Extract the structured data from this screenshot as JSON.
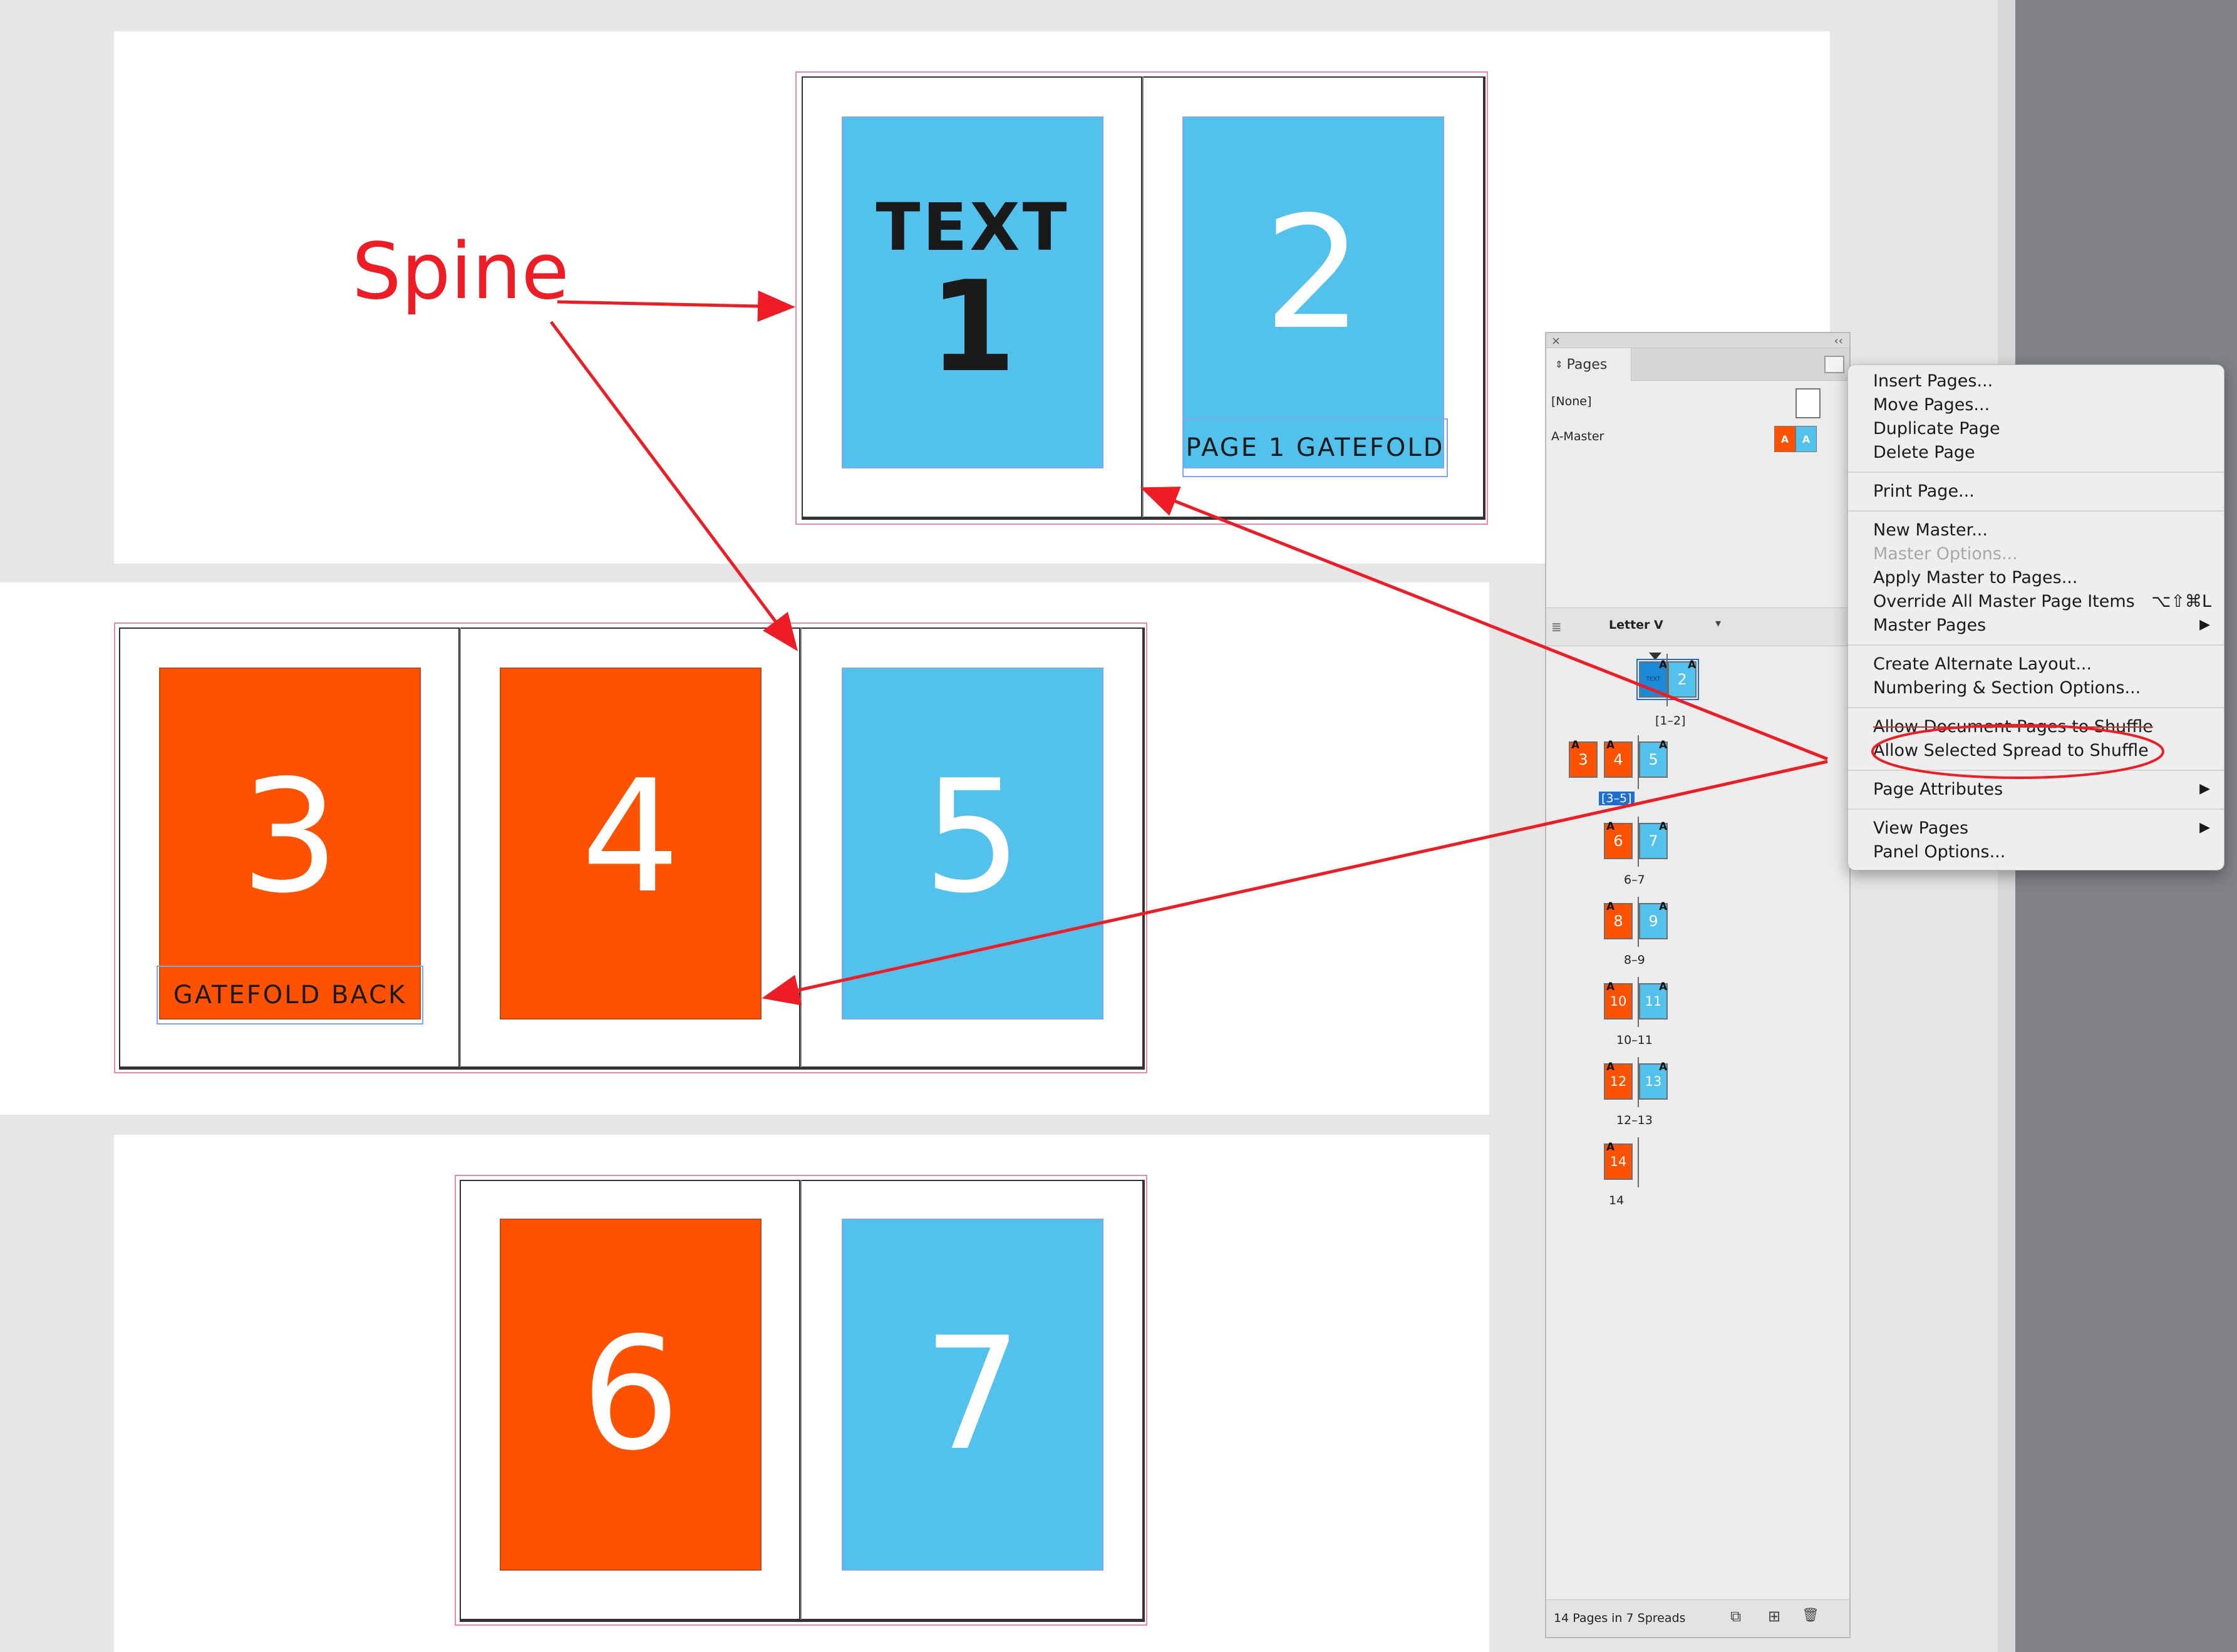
{
  "colors": {
    "cyan": "#52c2ed",
    "orange": "#ff5200",
    "annotation_red": "#ee1c24",
    "bleed_pink": "#e88aa3",
    "selection_blue": "#1f6fd1"
  },
  "annotation": {
    "spine_label": "Spine"
  },
  "spreads": [
    {
      "frames": [
        {
          "heading": "TEXT",
          "number": "1",
          "color": "cyan"
        },
        {
          "number": "2",
          "color": "cyan",
          "caption": "PAGE 1 GATEFOLD"
        }
      ]
    },
    {
      "frames": [
        {
          "number": "3",
          "color": "orange",
          "caption": "GATEFOLD BACK"
        },
        {
          "number": "4",
          "color": "orange"
        },
        {
          "number": "5",
          "color": "cyan"
        }
      ]
    },
    {
      "frames": [
        {
          "number": "6",
          "color": "orange"
        },
        {
          "number": "7",
          "color": "cyan"
        }
      ]
    }
  ],
  "pages_panel": {
    "tab_label": "Pages",
    "close_glyph": "×",
    "collapse_glyph": "‹‹",
    "grip_glyph": "≣",
    "masters": [
      {
        "name": "[None]"
      },
      {
        "name": "A-Master",
        "thumb_labels": [
          "A",
          "A"
        ]
      }
    ],
    "page_size": "Letter V",
    "size_caret": "▾",
    "spreads": [
      {
        "pages": [
          "1",
          "2"
        ],
        "label": "[1–2]"
      },
      {
        "pages": [
          "3",
          "4",
          "5"
        ],
        "label": "[3–5]"
      },
      {
        "pages": [
          "6",
          "7"
        ],
        "label": "6–7"
      },
      {
        "pages": [
          "8",
          "9"
        ],
        "label": "8–9"
      },
      {
        "pages": [
          "10",
          "11"
        ],
        "label": "10–11"
      },
      {
        "pages": [
          "12",
          "13"
        ],
        "label": "12–13"
      },
      {
        "pages": [
          "14"
        ],
        "label": "14"
      }
    ],
    "master_tag": "A",
    "page1_mini_text": "TEXT",
    "footer": "14 Pages in 7 Spreads",
    "footer_icons": [
      "edit-page-size-icon",
      "new-page-icon",
      "delete-page-icon"
    ],
    "footer_glyphs": [
      "⧉",
      "⊞",
      "🗑"
    ]
  },
  "context_menu": {
    "items": [
      {
        "label": "Insert Pages...",
        "disabled": false
      },
      {
        "label": "Move Pages...",
        "disabled": false
      },
      {
        "label": "Duplicate Page",
        "disabled": false
      },
      {
        "label": "Delete Page",
        "disabled": false
      },
      {
        "label": "Print Page...",
        "disabled": false
      },
      {
        "label": "New Master...",
        "disabled": false
      },
      {
        "label": "Master Options...",
        "disabled": true
      },
      {
        "label": "Apply Master to Pages...",
        "disabled": false
      },
      {
        "label": "Override All Master Page Items",
        "shortcut": "⌥⇧⌘L",
        "disabled": false
      },
      {
        "label": "Master Pages",
        "submenu": true,
        "disabled": false
      },
      {
        "label": "Create Alternate Layout...",
        "disabled": false
      },
      {
        "label": "Numbering & Section Options...",
        "disabled": false
      },
      {
        "label": "Allow Document Pages to Shuffle",
        "disabled": false,
        "struck": true
      },
      {
        "label": "Allow Selected Spread to Shuffle",
        "disabled": false,
        "highlighted_by_annotation": true
      },
      {
        "label": "Page Attributes",
        "submenu": true,
        "disabled": false
      },
      {
        "label": "View Pages",
        "submenu": true,
        "disabled": false
      },
      {
        "label": "Panel Options...",
        "disabled": false
      }
    ],
    "submenu_arrow": "▶"
  }
}
